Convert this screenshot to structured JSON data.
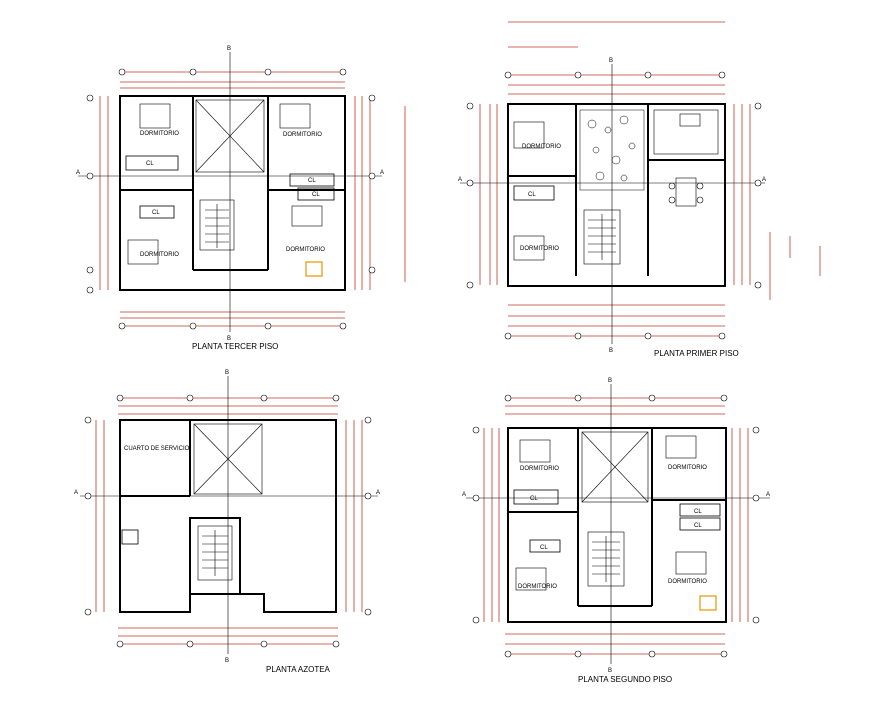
{
  "plans": {
    "tercer": {
      "title": "PLANTA TERCER PISO",
      "rooms": [
        "DORMITORIO",
        "DORMITORIO",
        "DORMITORIO",
        "DORMITORIO"
      ],
      "closets": [
        "CL",
        "CL",
        "CL",
        "CL"
      ]
    },
    "primer": {
      "title": "PLANTA PRIMER PISO",
      "rooms": [
        "DORMITORIO",
        "DORMITORIO"
      ],
      "closets": [
        "CL"
      ]
    },
    "azotea": {
      "title": "PLANTA AZOTEA",
      "rooms": [
        "CUARTO DE SERVICIO"
      ]
    },
    "segundo": {
      "title": "PLANTA SEGUNDO PISO",
      "rooms": [
        "DORMITORIO",
        "DORMITORIO",
        "DORMITORIO",
        "DORMITORIO"
      ],
      "closets": [
        "CL",
        "CL",
        "CL",
        "CL"
      ]
    }
  },
  "axis": {
    "a": "A",
    "b": "B"
  },
  "colors": {
    "dimension": "#c0392b",
    "wall": "#000000",
    "accent": "#e69500"
  }
}
